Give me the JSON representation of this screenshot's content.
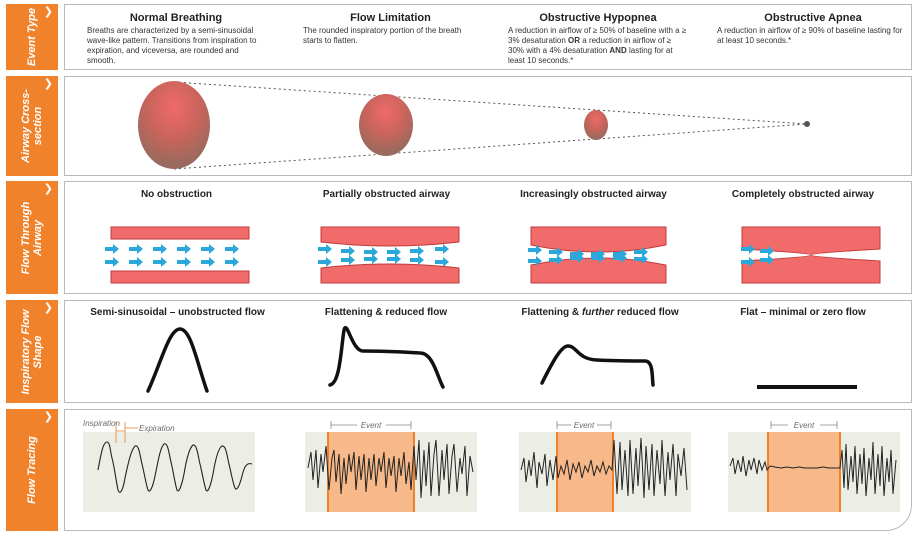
{
  "row_labels": {
    "event_type": "Event Type",
    "airway": "Airway Cross-section",
    "flow_through": "Flow Through Airway",
    "inspiratory": "Inspiratory Flow Shape",
    "flow_tracing": "Flow Tracing"
  },
  "events": [
    {
      "title": "Normal Breathing",
      "desc": "Breaths are characterized by a semi-sinusoidal wave-like pattern. Transitions from inspiration to expiration, and viceversa, are rounded and smooth."
    },
    {
      "title": "Flow Limitation",
      "desc": "The rounded inspiratory portion of the breath starts to flatten."
    },
    {
      "title": "Obstructive Hypopnea",
      "desc_parts": [
        "A reduction in airflow of ≥ 50% of baseline with a ≥ 3% desaturation ",
        "OR",
        " a reduction in airflow of ≥ 30% with a 4% desaturation ",
        "AND",
        " lasting for at least 10 seconds.*"
      ]
    },
    {
      "title": "Obstructive Apnea",
      "desc": "A reduction in airflow of ≥ 90% of baseline lasting for at least 10 seconds.*"
    }
  ],
  "flow_headers": [
    "No obstruction",
    "Partially obstructed airway",
    "Increasingly obstructed airway",
    "Completely obstructed airway"
  ],
  "shape_headers": [
    {
      "text": "Semi-sinusoidal – unobstructed flow"
    },
    {
      "text": "Flattening & reduced flow"
    },
    {
      "pre": "Flattening & ",
      "em": "further",
      "post": " reduced flow"
    },
    {
      "text": "Flat – minimal or zero flow"
    }
  ],
  "tracing": {
    "inspiration_label": "Inspiration",
    "expiration_label": "Expiration",
    "event_label": "Event"
  },
  "colors": {
    "orange": "#f0822c",
    "airway_red": "#f26b6b",
    "arrow_blue": "#2ba8d9",
    "event_fill": "#f8b98a",
    "tracing_bg": "#eceee6"
  }
}
